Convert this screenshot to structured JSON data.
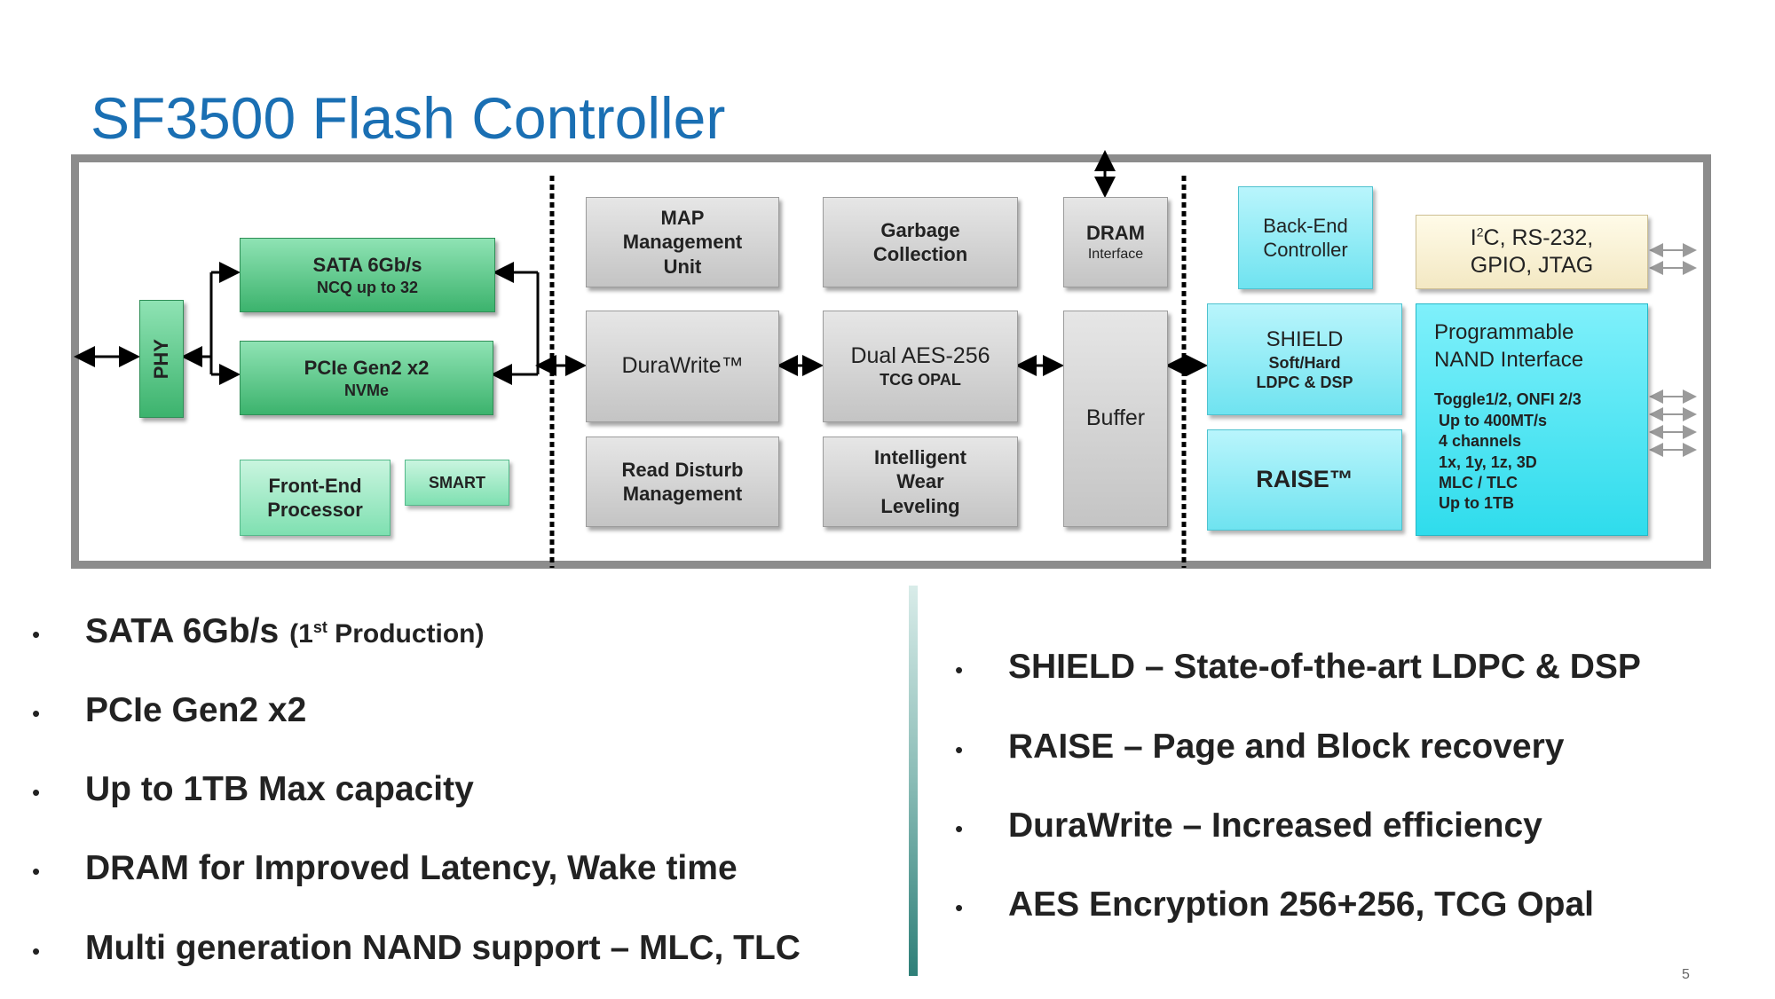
{
  "title": "SF3500 Flash Controller",
  "diagram": {
    "phy": "PHY",
    "sata": {
      "line1": "SATA 6Gb/s",
      "line2": "NCQ up to 32"
    },
    "pcie": {
      "line1": "PCIe Gen2 x2",
      "line2": "NVMe"
    },
    "front_end": {
      "line1": "Front-End",
      "line2": "Processor"
    },
    "smart": "SMART",
    "map": {
      "line1": "MAP",
      "line2": "Management",
      "line3": "Unit"
    },
    "durawrite": "DuraWrite™",
    "read_disturb": {
      "line1": "Read Disturb",
      "line2": "Management"
    },
    "garbage": {
      "line1": "Garbage",
      "line2": "Collection"
    },
    "aes": {
      "line1": "Dual AES-256",
      "line2": "TCG OPAL"
    },
    "wear": {
      "line1": "Intelligent",
      "line2": "Wear",
      "line3": "Leveling"
    },
    "dram": {
      "line1": "DRAM",
      "line2": "Interface"
    },
    "buffer": "Buffer",
    "backend": {
      "line1": "Back-End",
      "line2": "Controller"
    },
    "shield": {
      "line1": "SHIELD",
      "line2": "Soft/Hard",
      "line3": "LDPC & DSP"
    },
    "raise": "RAISE™",
    "i2c": {
      "line1_pre": "I",
      "line1_sup": "2",
      "line1_post": "C, RS-232,",
      "line2": "GPIO, JTAG"
    },
    "nand": {
      "title1": "Programmable",
      "title2": "NAND Interface",
      "lines": [
        "Toggle1/2, ONFI 2/3",
        "Up to 400MT/s",
        "4 channels",
        "1x, 1y, 1z, 3D",
        "MLC / TLC",
        "Up to 1TB"
      ]
    }
  },
  "left_bullets": {
    "b1_main": "SATA 6Gb/s",
    "b1_pre": "(1",
    "b1_sup": "st",
    "b1_post": " Production)",
    "b2": "PCIe Gen2 x2",
    "b3": "Up to 1TB Max capacity",
    "b4": "DRAM for Improved Latency, Wake time",
    "b5": "Multi generation NAND support – MLC, TLC"
  },
  "right_bullets": [
    "SHIELD – State-of-the-art LDPC & DSP",
    "RAISE – Page and Block recovery",
    "DuraWrite – Increased efficiency",
    "AES Encryption 256+256, TCG  Opal"
  ],
  "bullet_symbol": "•",
  "page_number": "5",
  "colors": {
    "title": "#1a6fb3",
    "frame": "#8c8c8c",
    "green": "#3cb36d",
    "cyan": "#2fdcec"
  }
}
